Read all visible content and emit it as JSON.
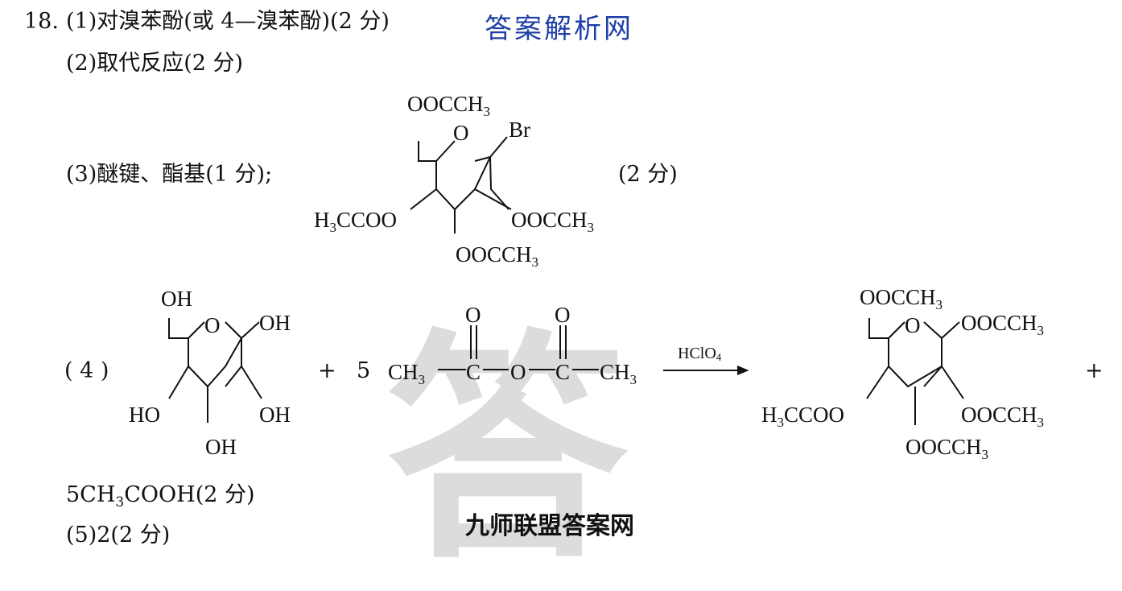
{
  "watermark": {
    "char": "答"
  },
  "q18": {
    "number": "18.",
    "p1": "(1)对溴苯酚(或 4—溴苯酚)(2 分)",
    "brand": "答案解析网",
    "p2": "(2)取代反应(2 分)",
    "p3_label": "(3)醚键、酯基(1 分);",
    "p3_score": "(2 分)",
    "p4_label": "( 4 )",
    "plus": "+",
    "coef5": "5",
    "catalyst": "HClO",
    "catalyst_sub": "4",
    "p4_product2": "5CH",
    "p4_product2_sub": "3",
    "p4_product2_rest": "COOH(2 分)",
    "p5": "(5)2(2 分)"
  },
  "labels": {
    "OH": "OH",
    "HO": "HO",
    "O": "O",
    "Br": "Br",
    "OOCCH": "OOCCH",
    "H": "H",
    "CCOO": "CCOO",
    "CH": "CH",
    "C": "C",
    "sub3": "3"
  },
  "footer": "九师联盟答案网"
}
